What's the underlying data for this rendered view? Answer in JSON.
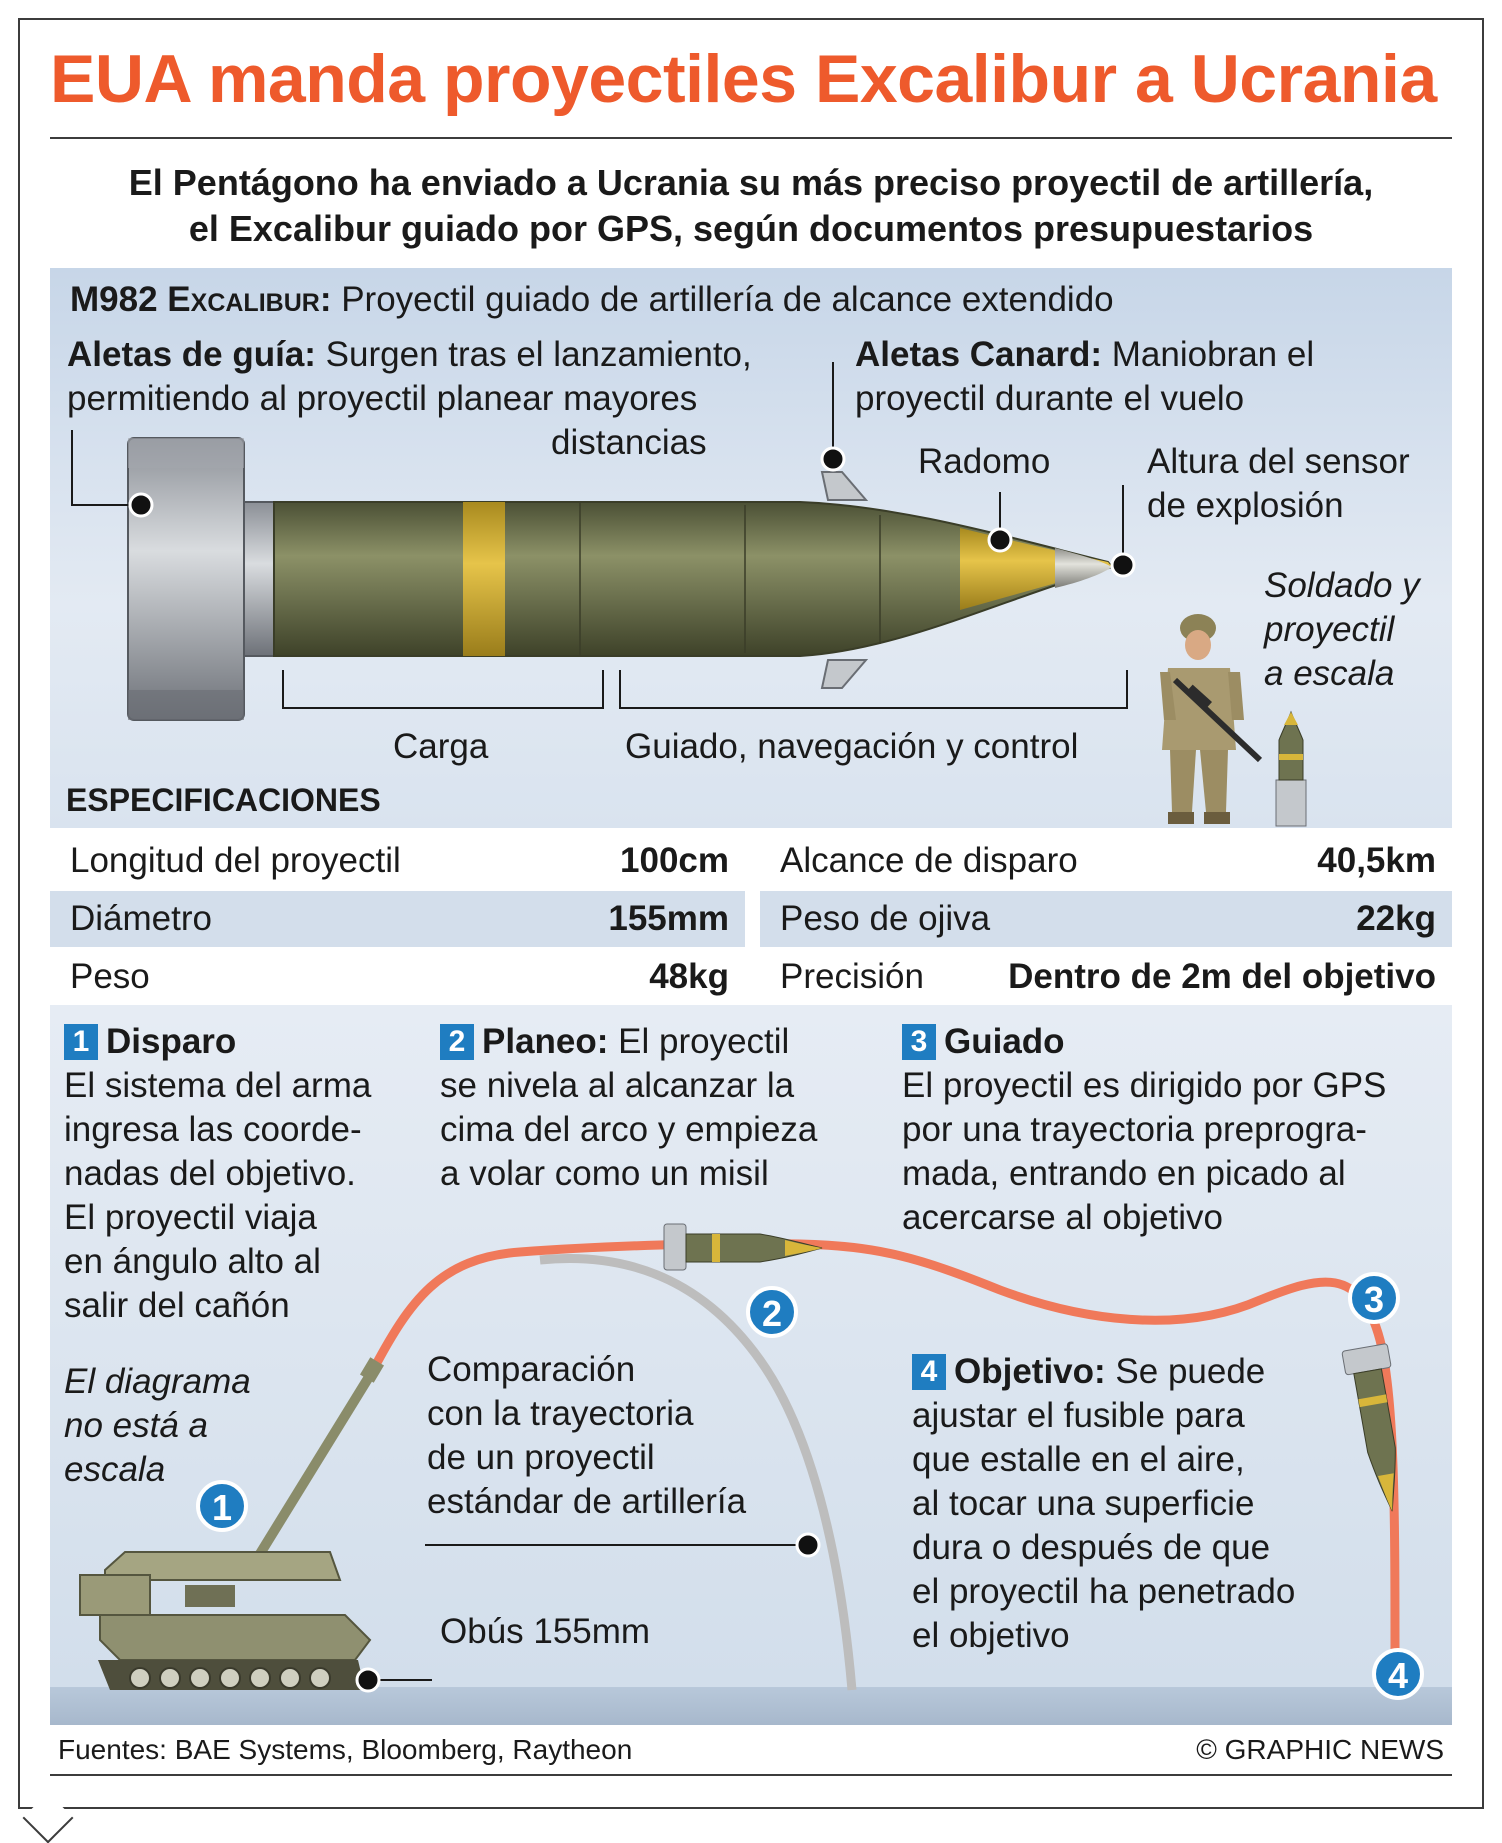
{
  "title": "EUA manda proyectiles Excalibur a Ucrania",
  "subtitle": {
    "line1": "El Pentágono ha enviado a Ucrania su más preciso proyectil de artillería,",
    "line2": "el Excalibur guiado por GPS, según documentos presupuestarios"
  },
  "projectile": {
    "name_prefix": "M982",
    "name_main": "Excalibur",
    "name_colon": ":",
    "description": " Proyectil guiado de artillería de alcance extendido",
    "guide_fins_label": "Aletas de guía:",
    "guide_fins_text1": " Surgen tras el lanzamiento,",
    "guide_fins_text2": "permitiendo al proyectil planear mayores",
    "guide_fins_text3": "distancias",
    "canard_label": "Aletas Canard:",
    "canard_text1": " Maniobran el",
    "canard_text2": "proyectil durante el vuelo",
    "radome": "Radomo",
    "sensor_line1": "Altura del sensor",
    "sensor_line2": "de explosión",
    "scale_line1": "Soldado y",
    "scale_line2": "proyectil",
    "scale_line3": "a escala",
    "payload": "Carga",
    "guidance": "Guiado, navegación y control"
  },
  "specs": {
    "heading": "ESPECIFICACIONES",
    "rows": [
      {
        "label": "Longitud del proyectil",
        "value": "100cm"
      },
      {
        "label": "Diámetro",
        "value": "155mm"
      },
      {
        "label": "Peso",
        "value": "48kg"
      },
      {
        "label": "Alcance de disparo",
        "value": "40,5km"
      },
      {
        "label": "Peso de ojiva",
        "value": "22kg"
      },
      {
        "label": "Precisión",
        "value": "Dentro de 2m del objetivo"
      }
    ]
  },
  "steps": [
    {
      "num": "1",
      "title": "Disparo",
      "lines": [
        "El sistema del arma",
        "ingresa las coorde-",
        "nadas del objetivo.",
        "El proyectil viaja",
        "en ángulo alto al",
        "salir del cañón"
      ]
    },
    {
      "num": "2",
      "title": "Planeo:",
      "title_rest": " El proyectil",
      "lines": [
        "se nivela al alcanzar la",
        "cima del arco y empieza",
        "a volar como un misil"
      ]
    },
    {
      "num": "3",
      "title": "Guiado",
      "lines": [
        "El proyectil es dirigido por GPS",
        "por una trayectoria preprogra-",
        "mada, entrando en picado al",
        "acercarse al objetivo"
      ]
    },
    {
      "num": "4",
      "title": "Objetivo:",
      "title_rest": " Se puede",
      "lines": [
        "ajustar el fusible para",
        "que estalle en el aire,",
        "al tocar una superficie",
        "dura o después de que",
        "el proyectil ha penetrado",
        "el objetivo"
      ]
    }
  ],
  "notes": {
    "scale_line1": "El diagrama",
    "scale_line2": "no está a",
    "scale_line3": "escala",
    "comparison_line1": "Comparación",
    "comparison_line2": "con la trayectoria",
    "comparison_line3": "de un proyectil",
    "comparison_line4": "estándar de artillería",
    "howitzer": "Obús 155mm"
  },
  "footer": {
    "sources": "Fuentes: BAE Systems, Bloomberg, Raytheon",
    "credit": "© GRAPHIC NEWS"
  },
  "colors": {
    "title": "#ee5a2c",
    "trajectory": "#f0795a",
    "standard_trajectory": "#bdbdbd",
    "step_badge": "#1f7dc1",
    "shell_body": "#6e7350",
    "shell_band": "#d8b63a"
  }
}
